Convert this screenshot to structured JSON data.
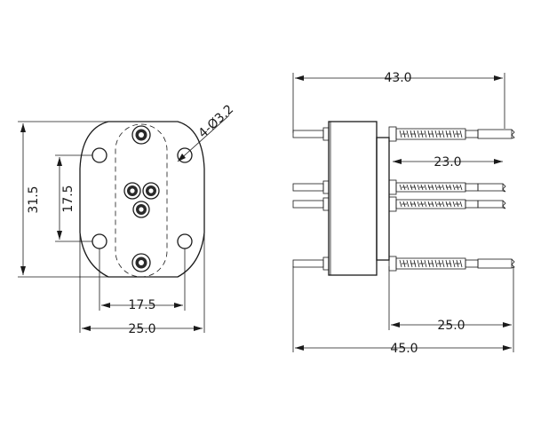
{
  "front_view": {
    "dimensions": {
      "height_overall": "31.5",
      "hole_spacing_vertical": "17.5",
      "hole_spacing_horizontal": "17.5",
      "width_overall": "25.0",
      "hole_callout": "4-Ø3.2"
    }
  },
  "side_view": {
    "dimensions": {
      "length_overall_top": "43.0",
      "pin_length": "23.0",
      "pin_length_lower": "25.0",
      "length_overall_bottom": "45.0"
    }
  }
}
